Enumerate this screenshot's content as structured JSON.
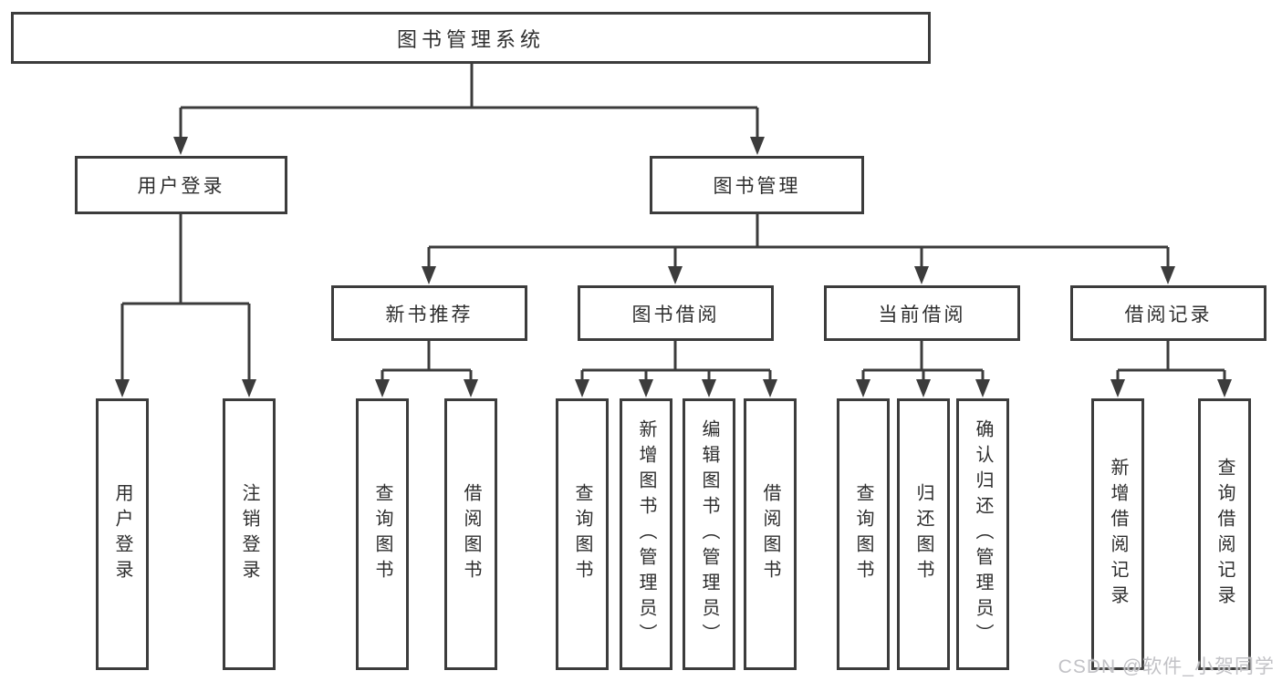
{
  "colors": {
    "line": "#3c3c3c",
    "box_border": "#3c3c3c",
    "text": "#2e2e2e",
    "background": "#ffffff",
    "watermark": "#c2c2c6"
  },
  "watermark": "CSDN @软件_小贺同学",
  "tree": {
    "label": "图书管理系统",
    "children": [
      {
        "label": "用户登录",
        "children": [
          {
            "label": "用户登录"
          },
          {
            "label": "注销登录"
          }
        ]
      },
      {
        "label": "图书管理",
        "children": [
          {
            "label": "新书推荐",
            "children": [
              {
                "label": "查询图书"
              },
              {
                "label": "借阅图书"
              }
            ]
          },
          {
            "label": "图书借阅",
            "children": [
              {
                "label": "查询图书"
              },
              {
                "label": "新增图书（管理员）"
              },
              {
                "label": "编辑图书（管理员）"
              },
              {
                "label": "借阅图书"
              }
            ]
          },
          {
            "label": "当前借阅",
            "children": [
              {
                "label": "查询图书"
              },
              {
                "label": "归还图书"
              },
              {
                "label": "确认归还（管理员）"
              }
            ]
          },
          {
            "label": "借阅记录",
            "children": [
              {
                "label": "新增借阅记录"
              },
              {
                "label": "查询借阅记录"
              }
            ]
          }
        ]
      }
    ]
  }
}
